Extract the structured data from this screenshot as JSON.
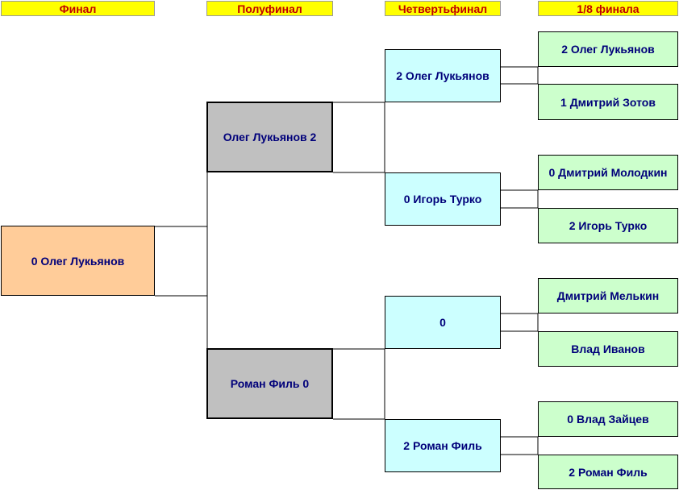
{
  "headers": {
    "final": "Финал",
    "semifinal": "Полуфинал",
    "quarterfinal": "Четвертьфинал",
    "round16": "1/8 финала"
  },
  "final": {
    "label": "0 Олег Лукьянов"
  },
  "semifinals": [
    {
      "label": "Олег Лукьянов 2"
    },
    {
      "label": "Роман Филь 0"
    }
  ],
  "quarterfinals": [
    {
      "label": "2 Олег Лукьянов"
    },
    {
      "label": "0 Игорь Турко"
    },
    {
      "label": "0"
    },
    {
      "label": "2 Роман Филь"
    }
  ],
  "round16": [
    {
      "label": "2 Олег Лукьянов"
    },
    {
      "label": "1 Дмитрий Зотов"
    },
    {
      "label": "0 Дмитрий Молодкин"
    },
    {
      "label": "2 Игорь Турко"
    },
    {
      "label": "Дмитрий Мелькин"
    },
    {
      "label": "Влад Иванов"
    },
    {
      "label": "0 Влад Зайцев"
    },
    {
      "label": "2 Роман Филь"
    }
  ]
}
